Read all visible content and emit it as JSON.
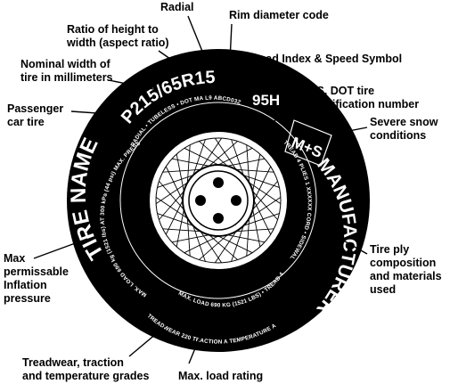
{
  "sidewall": {
    "tire_name": "TIRE NAME",
    "size_code": "P215/65R15",
    "load_speed": "95H",
    "snow_mark": "M+S",
    "manufacturer": "MANUFACTURER",
    "top_small_text": "RADIAL • TUBELESS • DOT MA L9 ABCD03Z",
    "right_small_text": "TREAD 4 PLIES 1 XXXXXX CORD • SIDEWALL 2 PLIES XXXXXX CORD",
    "left_small_text": "MAX. LOAD 690 kg (1521 lbs) AT 300 kPa (44 psi) MAX. PRESS",
    "bottom_small_text": "TREADWEAR 220 TRACTION A TEMPERATURE A",
    "inner_small_text": "MAX. LOAD 690 KG (1521 LBS) • TREAD 4 PLIES • XXXXXX CORD"
  },
  "labels": {
    "radial": "Radial",
    "rim_diameter": "Rim diameter code",
    "aspect_ratio": [
      "Ratio of height to",
      "width (aspect ratio)"
    ],
    "nominal_width": [
      "Nominal width of",
      "tire in millimeters"
    ],
    "load_index": "Load Index & Speed Symbol",
    "dot_number": [
      "U.S. DOT tire",
      "identification number"
    ],
    "passenger": [
      "Passenger",
      "car tire"
    ],
    "severe_snow": [
      "Severe snow",
      "conditions"
    ],
    "max_pressure": [
      "Max",
      "permissable",
      "Inflation",
      "pressure"
    ],
    "tire_ply": [
      "Tire ply",
      "composition",
      "and materials",
      "used"
    ],
    "treadwear": [
      "Treadwear, traction",
      "and temperature grades"
    ],
    "max_load": "Max. load rating"
  },
  "colors": {
    "tire": "#000000",
    "text_on_tire": "#ffffff",
    "label_text": "#000000",
    "background": "#ffffff"
  }
}
